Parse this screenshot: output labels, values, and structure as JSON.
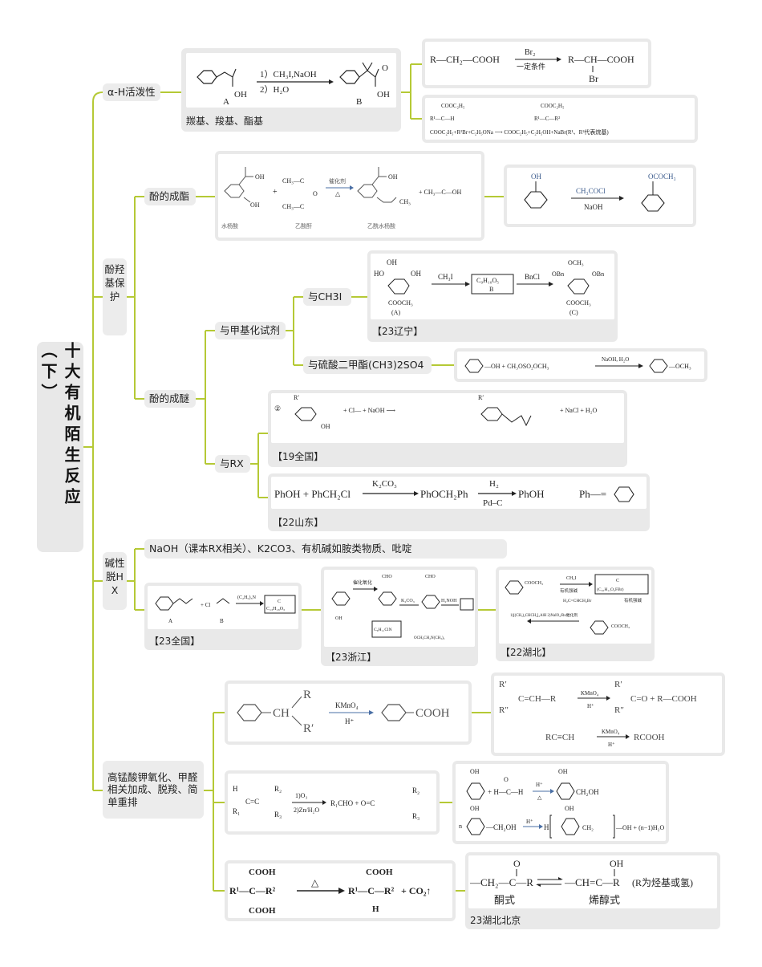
{
  "root": {
    "title": "十大有机陌生反应（下）"
  },
  "branches": {
    "alpha": "α-H活泼性",
    "phenol": "酚羟基保护",
    "base": "碱性脱HX",
    "oxidation": "高锰酸钾氧化、甲醛相关加成、脱羧、简单重排"
  },
  "sub": {
    "ester": "酚的成酯",
    "ether": "酚的成醚",
    "methylation": "与甲基化试剂",
    "ch3i": "与CH3I",
    "dms": "与硫酸二甲酯(CH3)2SO4",
    "rx": "与RX"
  },
  "alpha_card": {
    "caption": "羰基、羧基、酯基",
    "step1": "1）CH₃I,NaOH",
    "step2": "2）H₂O",
    "labelA": "A",
    "labelB": "B",
    "oh": "OH",
    "o": "O"
  },
  "alpha_right": {
    "r1_left": "R—CH₂—COOH",
    "r1_reagent": "Br₂",
    "r1_cond": "一定条件",
    "r1_right": "R—CH—COOH",
    "r1_br": "Br",
    "r2_text": "COOC₂H₅+R²Br+C₂H₅ONa ⟶ COOC₂H₅+C₂H₅OH+NaBr(R¹、R²代表烷基)"
  },
  "ester_card": {
    "catalyst": "催化剂",
    "heat": "△",
    "name1": "水杨酸",
    "name2": "乙酸酐",
    "name3": "乙酰水杨酸",
    "acetic": "+ CH₃—C—OH"
  },
  "ester_right": {
    "top": "OH",
    "reagent": "CH₃COCl",
    "cond": "NaOH",
    "product": "OCOCH₃"
  },
  "ch3i_card": {
    "caption": "【23辽宁】",
    "reagent1": "CH₃I",
    "boxB": "C₉H₁₀O₅",
    "labelB": "B",
    "reagent2": "BnCl",
    "labelA": "(A)",
    "labelC": "(C)",
    "ester": "COOCH₃",
    "bn": "OBn",
    "och3": "OCH₃"
  },
  "dms_card": {
    "text1": "—OH  +  CH₃OSO₂OCH₃",
    "cond": "NaOH, H₂O",
    "product": "—OCH₃"
  },
  "rx_card1": {
    "caption": "【19全国】",
    "num": "②",
    "text": "+ Cl—  + NaOH ⟶",
    "byprod": "+ NaCl + H₂O",
    "r": "R′",
    "oh": "OH"
  },
  "rx_card2": {
    "caption": "【22山东】",
    "eq": "PhOH + PhCH₂Cl",
    "k2co3": "K₂CO₃",
    "mid": "PhOCH₂Ph",
    "h2": "H₂",
    "pdc": "Pd–C",
    "prod": "PhOH",
    "ph": "Ph—="
  },
  "base_note": "NaOH（课本RX相关）、K2CO3、有机碱如胺类物质、吡啶",
  "base_cards": {
    "c1": {
      "caption": "【23全国】",
      "reagent": "(C₂H₅)₃N",
      "box": "C₁₃H₁₈O₃",
      "boxC": "C",
      "A": "A",
      "B": "B"
    },
    "c2": {
      "caption": "【23浙江】",
      "cat": "催化氧化",
      "k2co3": "K₂CO₃",
      "nh2oh": "H₂NOH",
      "cho": "CHO",
      "c": "C₆H₁₁ClN",
      "d": "OCH₂CH₂N(CH₃)₂"
    },
    "c3": {
      "caption": "【22湖北】",
      "ch3i": "CH₃I",
      "base": "有机强碱",
      "boxC": "(C₁₀H₁₁O₂FBr)",
      "allyl": "H₂C=CHCH₂Br",
      "base2": "有机强碱",
      "reag": "1)[(CH₃)₂CHCH₂]₂AlH  2)NaIO₄/Ru催化剂"
    }
  },
  "ox_cards": {
    "kmno4_a": {
      "left": "CH",
      "r": "R",
      "r2": "R′",
      "reagent": "KMnO₄",
      "cond": "H⁺",
      "prod": "COOH"
    },
    "kmno4_b": {
      "line1": "C=CH—R",
      "reagent": "KMnO₄",
      "cond": "H⁺",
      "prod1": "C=O + R—COOH",
      "line2": "RC≡CH",
      "prod2": "RCOOH"
    },
    "ozone": {
      "reagent": "1)O₃",
      "cond": "2)Zn/H₂O",
      "prod": "R₁CHO  +  O=C"
    },
    "formaldehyde": {
      "eq1": "+ H—C—H",
      "prod1": "CH₂OH",
      "eq2": "—CH₂OH",
      "prod2": "—OH + (n−1)H₂O"
    },
    "decarb": {
      "top": "COOH",
      "left": "R¹—C—R²",
      "bottom": "COOH",
      "heat": "△",
      "prod": "R¹—C—R²",
      "h": "H",
      "co2": "+ CO₂↑"
    },
    "tautomer": {
      "caption": "23湖北北京",
      "left": "—CH₂—C—R",
      "right": "—CH=C—R",
      "note": "(R为烃基或氢)",
      "keto": "酮式",
      "enol": "烯醇式",
      "o": "O",
      "oh": "OH"
    }
  }
}
